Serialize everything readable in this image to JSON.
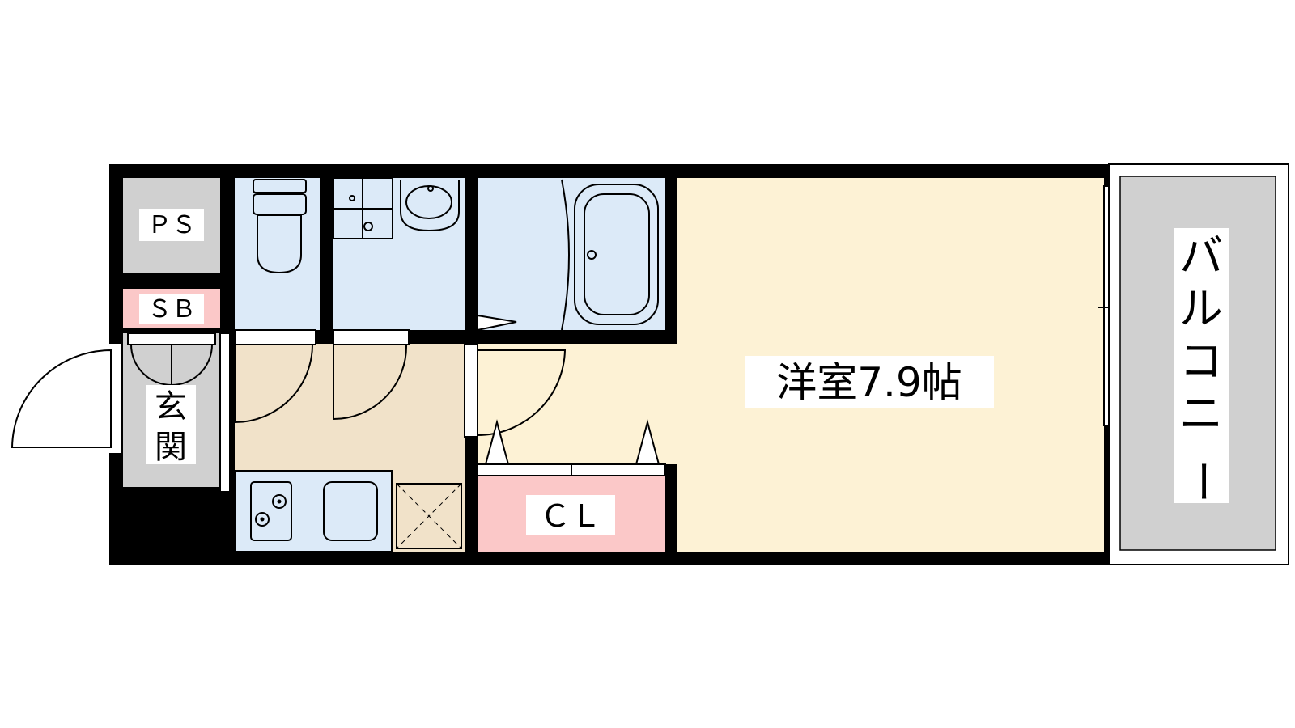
{
  "rooms": {
    "ps": "ＰＳ",
    "sb": "ＳＢ",
    "entrance": [
      "玄",
      "関"
    ],
    "cl": "ＣＬ",
    "western_room": "洋室7.9帖",
    "balcony": [
      "バ",
      "ル",
      "コ",
      "ニ",
      "ー"
    ]
  },
  "colors": {
    "wall": "#000000",
    "wet_area": "#dceaf8",
    "western_room": "#fdf2d5",
    "kitchen_floor": "#f1e2c9",
    "storage_pink": "#fbc8c8",
    "gray": "#d0d0d0"
  }
}
